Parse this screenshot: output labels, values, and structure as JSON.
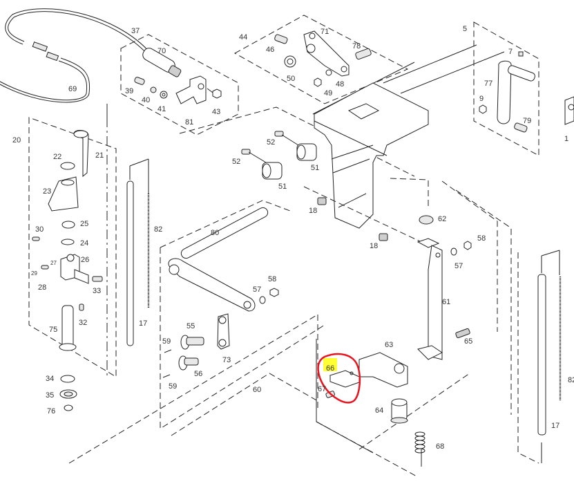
{
  "diagram": {
    "type": "exploded-parts-diagram",
    "highlight": {
      "label": "66",
      "highlight_color": "#ffff33",
      "circle_color": "#e8141e",
      "description": "part 66 highlighted in yellow and circled in red"
    },
    "labels": {
      "p1": "1",
      "p5": "5",
      "p7": "7",
      "p9": "9",
      "p17a": "17",
      "p17b": "17",
      "p18a": "18",
      "p18b": "18",
      "p20": "20",
      "p21": "21",
      "p22": "22",
      "p23": "23",
      "p24": "24",
      "p25": "25",
      "p26": "26",
      "p27": "27",
      "p28": "28",
      "p29": "29",
      "p30": "30",
      "p32": "32",
      "p33": "33",
      "p34": "34",
      "p35": "35",
      "p37": "37",
      "p39": "39",
      "p40": "40",
      "p41": "41",
      "p43": "43",
      "p44": "44",
      "p46": "46",
      "p48": "48",
      "p49": "49",
      "p50": "50",
      "p51a": "51",
      "p51b": "51",
      "p52a": "52",
      "p52b": "52",
      "p55": "55",
      "p56": "56",
      "p57a": "57",
      "p57b": "57",
      "p58a": "58",
      "p58b": "58",
      "p59a": "59",
      "p59b": "59",
      "p60": "60",
      "p61": "61",
      "p62": "62",
      "p63": "63",
      "p64": "64",
      "p65": "65",
      "p66": "66",
      "p67": "67",
      "p68": "68",
      "p69": "69",
      "p70": "70",
      "p71": "71",
      "p73": "73",
      "p75": "75",
      "p76": "76",
      "p77": "77",
      "p78": "78",
      "p79": "79",
      "p80": "80",
      "p81": "81",
      "p82a": "82",
      "p82b": "82"
    }
  }
}
